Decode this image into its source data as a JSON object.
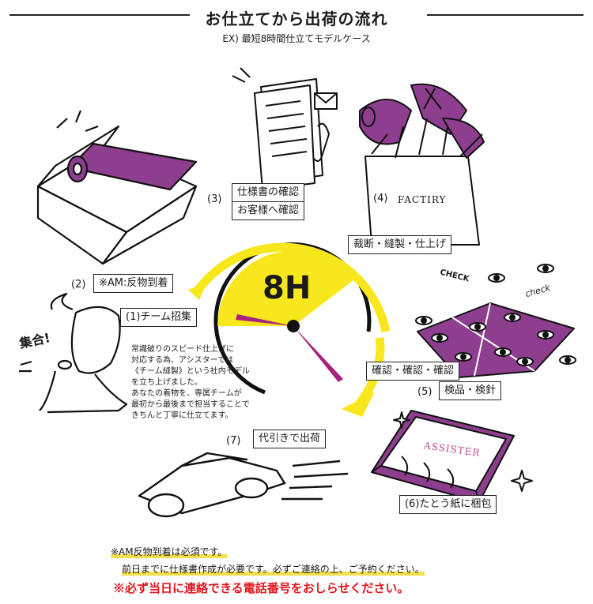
{
  "header": {
    "title": "お仕立てから出荷の流れ",
    "subtitle": "EX) 最短8時間仕立てモデルケース"
  },
  "clock": {
    "label": "8H"
  },
  "steps": {
    "step1": {
      "num": "(1)",
      "label": "チーム招集"
    },
    "step2": {
      "num": "(2)",
      "label": "※AM:反物到着"
    },
    "step3": {
      "num": "(3)",
      "label1": "仕様書の確認",
      "label2": "お客様へ確認"
    },
    "step4": {
      "num": "(4)",
      "sign": "FACTIRY",
      "label": "裁断・縫製・仕上げ"
    },
    "step5": {
      "num": "(5)",
      "label_top": "確認・確認・確認",
      "label": "検品・検針",
      "check1": "CHECK",
      "check2": "check"
    },
    "step6": {
      "num": "(6)",
      "label": "たとう紙に梱包",
      "brand": "ASSISTER"
    },
    "step7": {
      "num": "(7)",
      "label": "代引きで出荷"
    }
  },
  "description": {
    "line1": "常識破りのスピード仕上げに",
    "line2": "対応する為、アシスターでは",
    "line3": "《チーム縫製》という社内モデル",
    "line4": "を立ち上げました。",
    "line5": "あなたの着物を、専属チームが",
    "line6": "最初から最後まで担当することで",
    "line7": "きちんと丁寧に仕立てます。"
  },
  "speech": "集合!",
  "notes": {
    "n1": "※AM反物到着は必須です。",
    "n2": "前日までに仕様書作成が必要です。必ずご連絡の上、ご予約ください。",
    "n3": "※必ず当日に連絡できる電話番号をおしらせください。"
  },
  "colors": {
    "purple": "#8e3e8f",
    "yellow": "#f8e71c",
    "red": "#e0161c",
    "accent": "#a8237f"
  }
}
